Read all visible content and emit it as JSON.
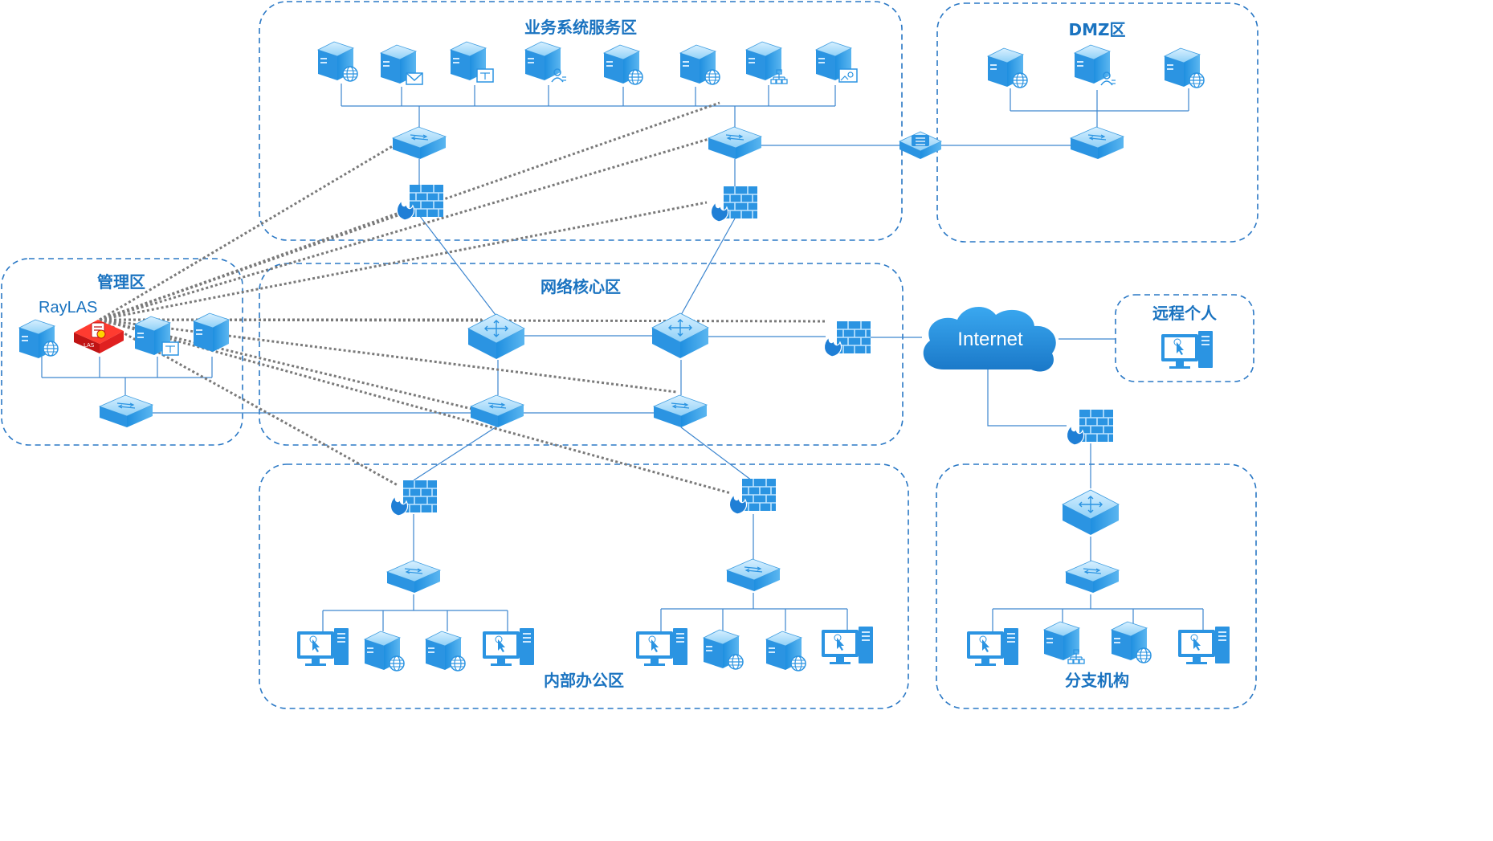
{
  "zones": {
    "business": "业务系统服务区",
    "dmz": "DMZ区",
    "management": "管理区",
    "core": "网络核心区",
    "remote": "远程个人",
    "office": "内部办公区",
    "branch": "分支机构"
  },
  "labels": {
    "raylas": "RayLAS",
    "internet": "Internet",
    "las_badge": "LAS"
  },
  "colors": {
    "zone_border": "#2a78c5",
    "title": "#1a73c0",
    "device": "#3aa0e6",
    "link": "#3d86cf",
    "monitor_link": "#7a7a7a",
    "raylas_device": "#e02020",
    "cloud": "#2a92e0"
  },
  "icons": {
    "server": "server-icon",
    "switch": "switch-icon",
    "core_switch": "core-switch-icon",
    "firewall": "firewall-icon",
    "workstation": "workstation-icon",
    "cloud": "cloud-icon",
    "raylas": "raylas-appliance-icon",
    "gateway": "gateway-icon"
  }
}
